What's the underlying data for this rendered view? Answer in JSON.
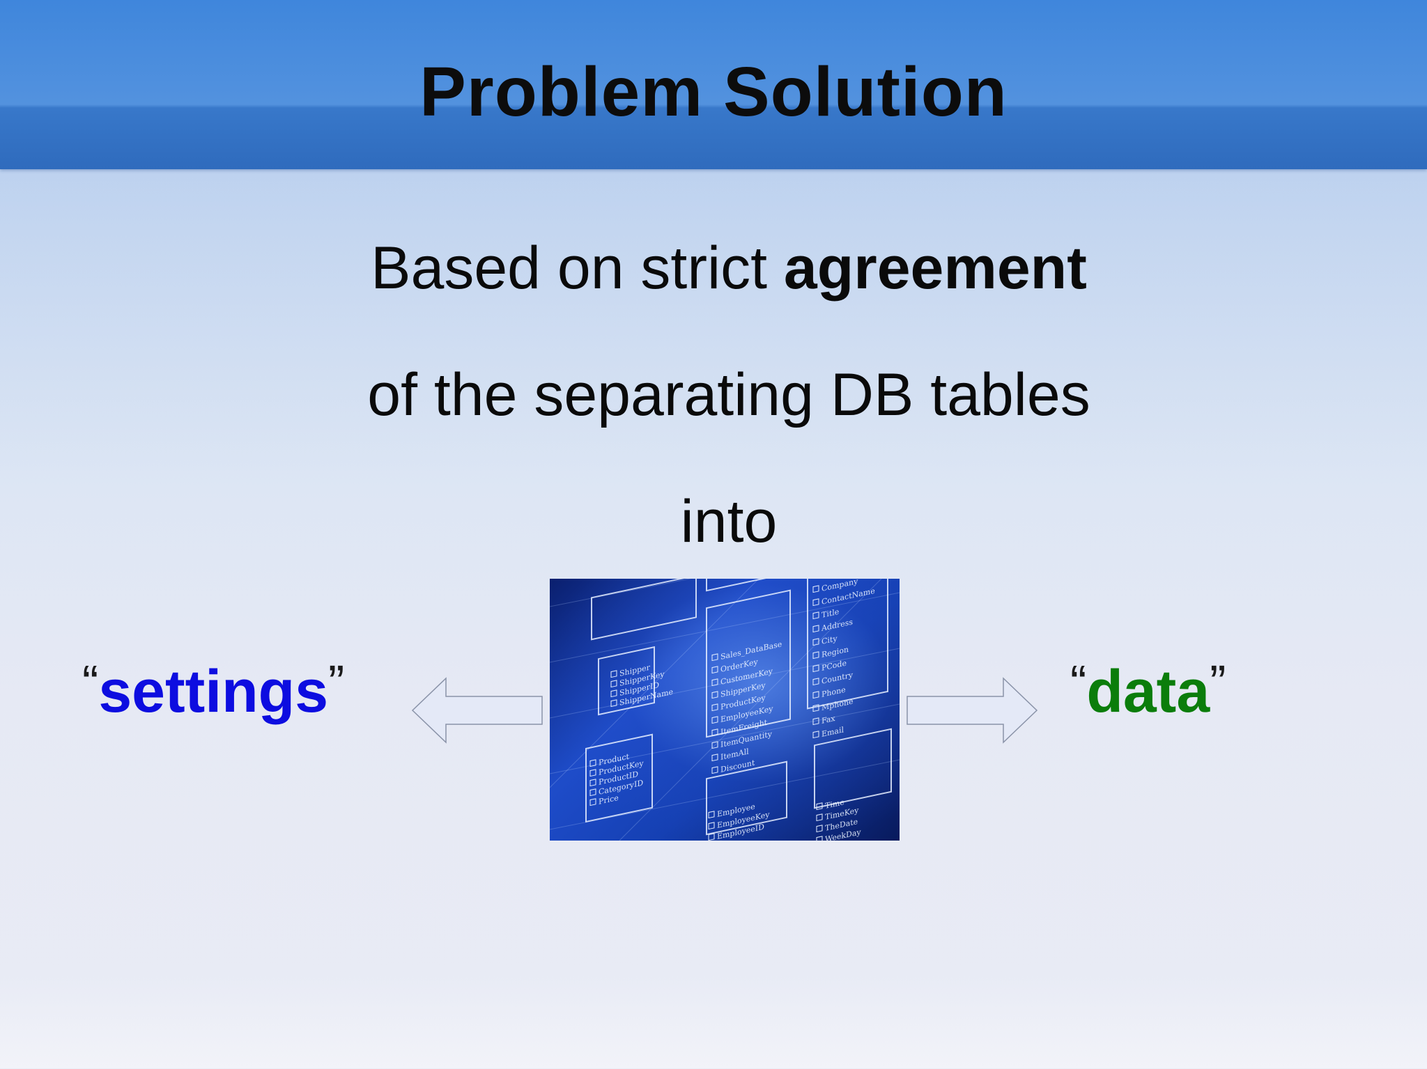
{
  "slide": {
    "title": "Problem Solution",
    "line1_prefix": "Based on strict ",
    "line1_bold": "agreement",
    "line2": "of the separating DB tables",
    "line3": "into",
    "left_word": "settings",
    "right_word": "data",
    "open_quote": "“",
    "close_quote": "”"
  },
  "image": {
    "table_fields": [
      "Sales_DataBase",
      "OrderKey",
      "CustomerKey",
      "ShipperKey",
      "ProductKey",
      "EmployeeKey",
      "ItemFreight",
      "ItemQuantity",
      "ItemAll",
      "Discount"
    ],
    "right_fields": [
      "Company",
      "ContactName",
      "Title",
      "Address",
      "City",
      "Region",
      "PCode",
      "Country",
      "Phone",
      "Mphone",
      "Fax",
      "Email"
    ],
    "left_fields": [
      "Product",
      "ProductKey",
      "ProductID",
      "CategoryID",
      "Price"
    ],
    "ship_fields": [
      "Shipper",
      "ShipperKey",
      "ShipperID",
      "ShipperName"
    ],
    "bottom_fields": [
      "Employee",
      "EmployeeKey",
      "EmployeeID"
    ],
    "time_fields": [
      "Time",
      "TimeKey",
      "TheDate",
      "WeekDay"
    ]
  },
  "colors": {
    "settings": "#0d0de0",
    "data": "#0b7d0b",
    "header": "#3f86dc"
  },
  "icons": {
    "left_arrow": "left-arrow-icon",
    "right_arrow": "right-arrow-icon"
  }
}
